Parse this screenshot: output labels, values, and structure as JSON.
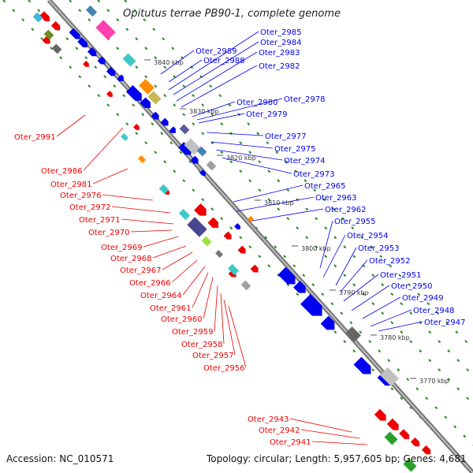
{
  "title": "Opitutus terrae PB90-1, complete genome",
  "footer": {
    "accession": "Accession: NC_010571",
    "summary": "Topology: circular; Length: 5,957,605 bp; Genes: 4,681"
  },
  "colors": {
    "forward": "#0000ee",
    "reverse": "#ee0000",
    "backbone": "#7a7a7a",
    "dots": "#2a8a2a"
  },
  "kbp_ticks": [
    "3840 kbp",
    "3830 kbp",
    "3820 kbp",
    "3810 kbp",
    "3800 kbp",
    "3790 kbp",
    "3780 kbp",
    "3770 kbp"
  ],
  "forward_labels": [
    "Oter_2989",
    "Oter_2988",
    "Oter_2985",
    "Oter_2984",
    "Oter_2983",
    "Oter_2982",
    "Oter_2980",
    "Oter_2978",
    "Oter_2979",
    "Oter_2977",
    "Oter_2975",
    "Oter_2974",
    "Oter_2973",
    "Oter_2965",
    "Oter_2963",
    "Oter_2962",
    "Oter_2955",
    "Oter_2954",
    "Oter_2953",
    "Oter_2952",
    "Oter_2951",
    "Oter_2950",
    "Oter_2949",
    "Oter_2948",
    "Oter_2947"
  ],
  "reverse_labels": [
    "Oter_2991",
    "Oter_2986",
    "Oter_2981",
    "Oter_2976",
    "Oter_2972",
    "Oter_2971",
    "Oter_2970",
    "Oter_2969",
    "Oter_2968",
    "Oter_2967",
    "Oter_2966",
    "Oter_2964",
    "Oter_2961",
    "Oter_2960",
    "Oter_2959",
    "Oter_2958",
    "Oter_2957",
    "Oter_2956",
    "Oter_2943",
    "Oter_2942",
    "Oter_2941"
  ]
}
